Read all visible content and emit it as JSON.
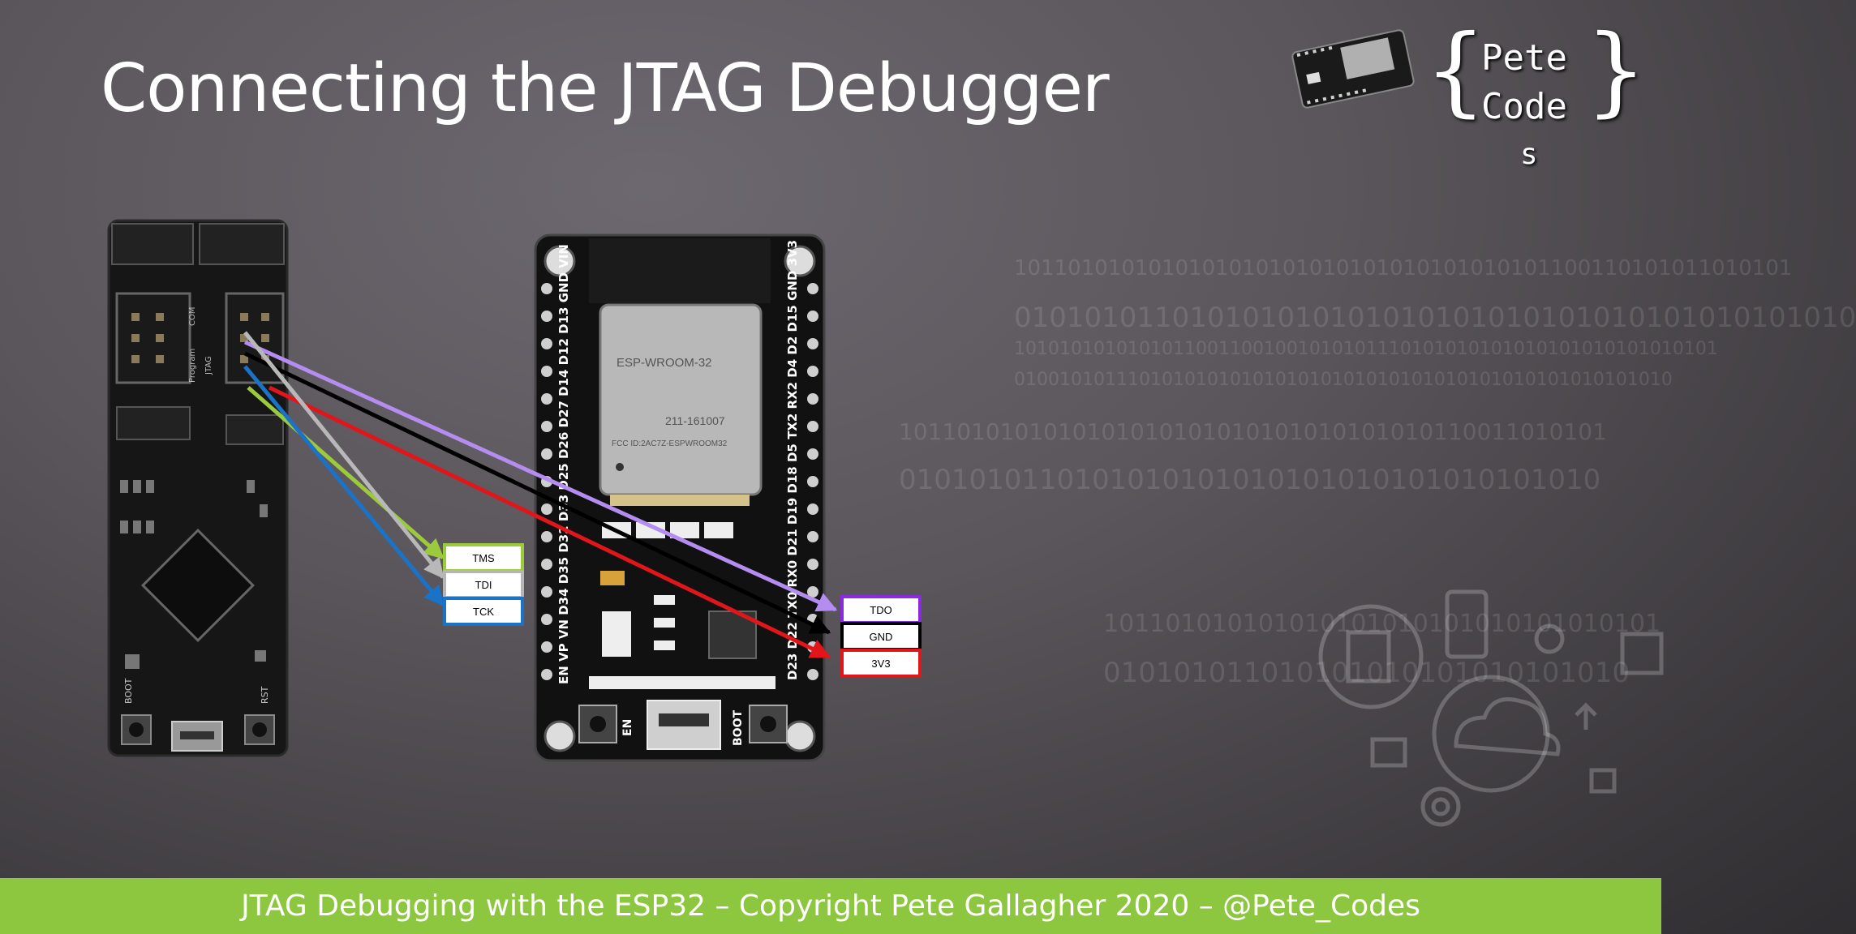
{
  "slide": {
    "title": "Connecting the JTAG Debugger",
    "footer": "JTAG Debugging with the ESP32 – Copyright Pete Gallagher 2020 – @Pete_Codes"
  },
  "logo": {
    "lines": [
      "Pete",
      "Code",
      "s"
    ],
    "brace_open": "{",
    "brace_close": "}"
  },
  "esp32_board": {
    "module_label": "ESP-WROOM-32",
    "fcc_label": "FCC ID:2AC7Z-ESPWROOM32",
    "cert_label": "211-161007",
    "left_pins": "EN VP VN D34 D35 D32 D33 D25 D26 D27 D14 D12 D13 GND VIN",
    "right_pins": "D23 D22 TX0 RX0 D21 D19 D18 D5 TX2 RX2 D4 D2 D15 GND 3V3",
    "en_button": "EN",
    "boot_button": "BOOT"
  },
  "jtag_board": {
    "labels": [
      "Program",
      "JTAG",
      "COM",
      "BOOT",
      "RST"
    ]
  },
  "pin_labels": {
    "left": [
      {
        "text": "TMS",
        "color": "#9bcb3c"
      },
      {
        "text": "TDI",
        "color": "#b5b5b5"
      },
      {
        "text": "TCK",
        "color": "#1a73c7"
      }
    ],
    "right": [
      {
        "text": "TDO",
        "color": "#8a2be2"
      },
      {
        "text": "GND",
        "color": "#000000"
      },
      {
        "text": "3V3",
        "color": "#e0161b"
      }
    ]
  },
  "wire_colors": {
    "tdo": "#b58cf0",
    "gnd": "#000000",
    "v33": "#e0161b",
    "tms": "#9bcb3c",
    "tdi": "#b8b8b8",
    "tck": "#1a73c7"
  },
  "binary_rows": [
    "1011010101010101010101010101010101010101100110101011010101",
    "010101011010101010101010101010101010101010101010",
    "10101010101010110011001001010101110101010101010101010101010101",
    "0100101011101010101010101010101010101010101010101010101010",
    "1011010101010101010101010101010101010110011010101",
    "0101010110101010101010101010101010101010",
    "101101010101010101010101010101010101",
    "010101011010101010101010101010"
  ]
}
